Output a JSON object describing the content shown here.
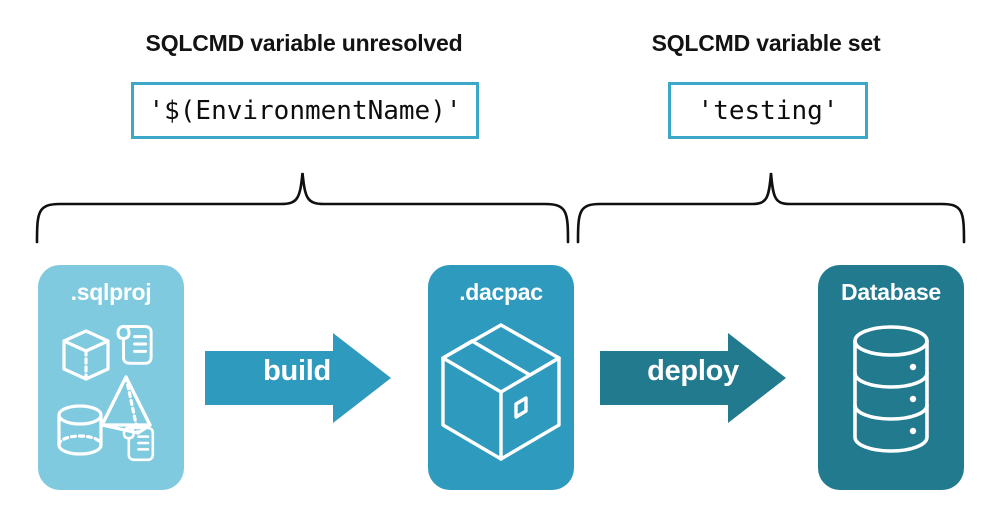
{
  "diagram": {
    "title_hidden": "",
    "groups": [
      {
        "id": "unresolved",
        "heading": "SQLCMD variable unresolved",
        "value": "'$(EnvironmentName)'"
      },
      {
        "id": "set",
        "heading": "SQLCMD variable set",
        "value": "'testing'"
      }
    ],
    "stages": [
      {
        "id": "sqlproj",
        "label": ".sqlproj",
        "icons": [
          "cube-icon",
          "scroll-icon",
          "pyramid-icon",
          "cylinder-icon",
          "scroll-icon"
        ],
        "color": "#7FCADF"
      },
      {
        "id": "dacpac",
        "label": ".dacpac",
        "icons": [
          "package-box-icon"
        ],
        "color": "#2E9ABE"
      },
      {
        "id": "database",
        "label": "Database",
        "icons": [
          "database-cylinder-icon"
        ],
        "color": "#227A8E"
      }
    ],
    "arrows": [
      {
        "id": "build",
        "label": "build",
        "color": "#2E9ABE"
      },
      {
        "id": "deploy",
        "label": "deploy",
        "color": "#227A8E"
      }
    ],
    "colors": {
      "light_teal": "#7FCADF",
      "mid_teal": "#2E9ABE",
      "dark_teal": "#227A8E",
      "box_border": "#3BA8C8",
      "text": "#131313",
      "brace": "#101010",
      "background": "#FFFFFF"
    }
  }
}
